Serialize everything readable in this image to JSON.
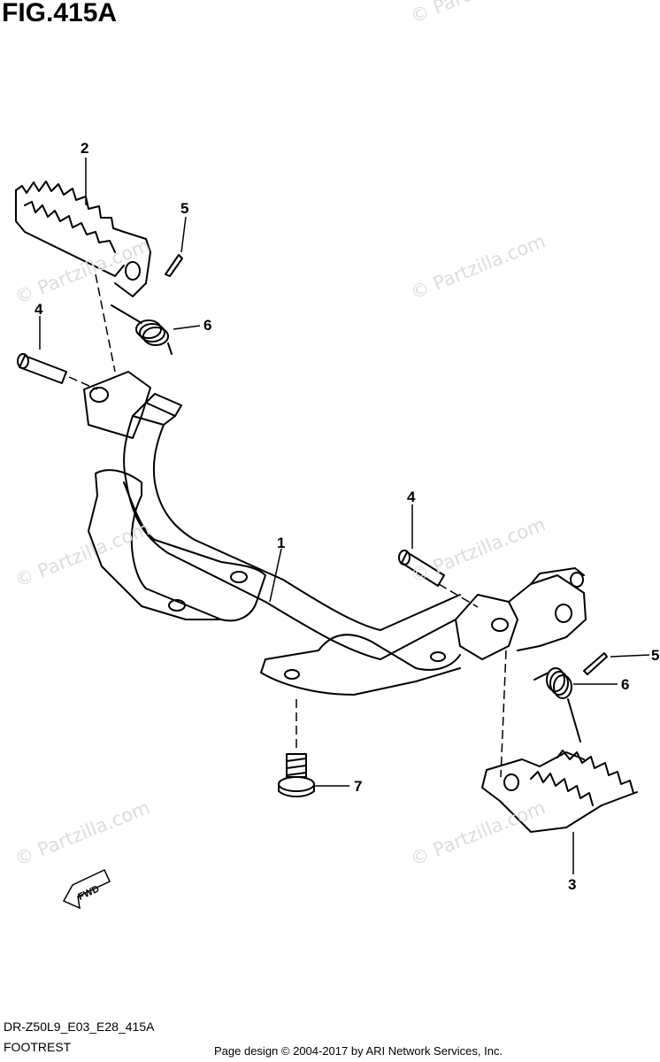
{
  "figure": {
    "title": "FIG.415A",
    "code": "DR-Z50L9_E03_E28_415A",
    "name": "FOOTREST",
    "credit": "Page design © 2004-2017 by ARI Network Services, Inc."
  },
  "watermark": "© Partzilla.com",
  "callouts": [
    "1",
    "2",
    "3",
    "4",
    "4",
    "5",
    "5",
    "6",
    "6",
    "7"
  ],
  "fwd_label": "FWD"
}
